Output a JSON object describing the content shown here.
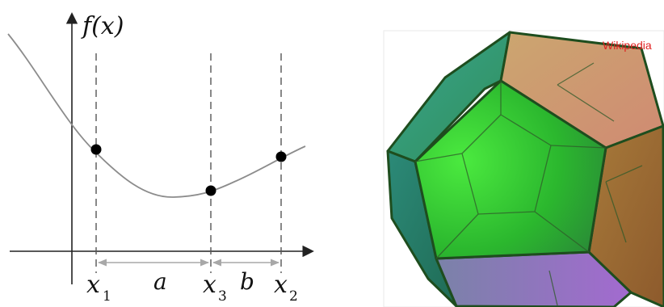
{
  "left_diagram": {
    "function_label": "f(x)",
    "points": [
      {
        "var": "x",
        "sub": "1"
      },
      {
        "var": "x",
        "sub": "3"
      },
      {
        "var": "x",
        "sub": "2"
      }
    ],
    "intervals": [
      {
        "label": "a"
      },
      {
        "label": "b"
      }
    ]
  },
  "right_image": {
    "credit": "Wikipedia",
    "subject": "dodecahedron"
  },
  "colors": {
    "curve": "#8c8c8c",
    "axis": "#222222",
    "dashed_line": "#555555",
    "arrow": "#a8a8a8",
    "point": "#000000",
    "credit": "#e02020"
  }
}
